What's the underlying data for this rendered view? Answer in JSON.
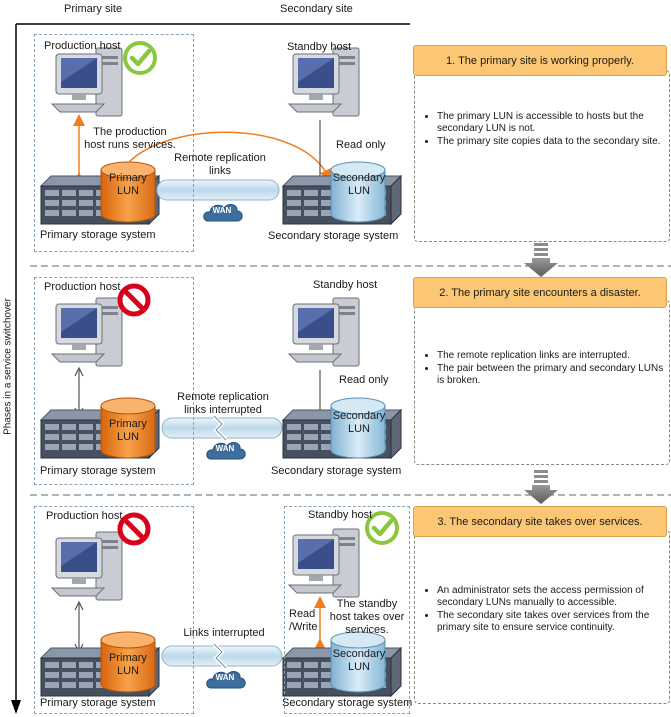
{
  "header": {
    "primary_site": "Primary site",
    "secondary_site": "Secondary site",
    "axis_label": "Phases in a service switchover"
  },
  "phases": [
    {
      "title": "1. The primary site is working properly.",
      "production_host": "Production host",
      "production_status_icon": "check-icon",
      "production_note": "The production host runs services.",
      "primary_lun": "Primary LUN",
      "primary_storage": "Primary storage system",
      "link_label": "Remote replication links",
      "wan": "WAN",
      "standby_host": "Standby host",
      "standby_access": "Read only",
      "secondary_lun": "Secondary LUN",
      "secondary_storage": "Secondary storage system",
      "bullets": [
        "The primary LUN is accessible to hosts but the secondary LUN is not.",
        "The primary site copies data to the secondary site."
      ]
    },
    {
      "title": "2. The primary site encounters a disaster.",
      "production_host": "Production host",
      "production_status_icon": "prohibited-icon",
      "primary_lun": "Primary LUN",
      "primary_storage": "Primary storage system",
      "link_label": "Remote replication links interrupted",
      "wan": "WAN",
      "standby_host": "Standby host",
      "standby_access": "Read only",
      "secondary_lun": "Secondary LUN",
      "secondary_storage": "Secondary storage system",
      "bullets": [
        "The remote replication links are interrupted.",
        "The pair between the primary and secondary LUNs is broken."
      ]
    },
    {
      "title": "3. The secondary site takes over services.",
      "production_host": "Production host",
      "production_status_icon": "prohibited-icon",
      "primary_lun": "Primary LUN",
      "primary_storage": "Primary storage system",
      "link_label": "Links interrupted",
      "wan": "WAN",
      "standby_host": "Standby host",
      "standby_status_icon": "check-icon",
      "standby_access": "Read /Write",
      "standby_note": "The standby host takes over services.",
      "secondary_lun": "Secondary LUN",
      "secondary_storage": "Secondary storage system",
      "bullets": [
        "An administrator sets the access permission of secondary LUNs manually to accessible.",
        "The secondary site takes over services from the primary site to ensure service continuity."
      ]
    }
  ],
  "colors": {
    "accent_orange": "#f07d1e",
    "check_green": "#8cc63f",
    "prohibit_red": "#d9001b",
    "title_fill": "#fbc774",
    "lun_blue": "#a9cfe6",
    "wan_blue": "#3c6e9e",
    "link_tube": "#cde3ef"
  }
}
